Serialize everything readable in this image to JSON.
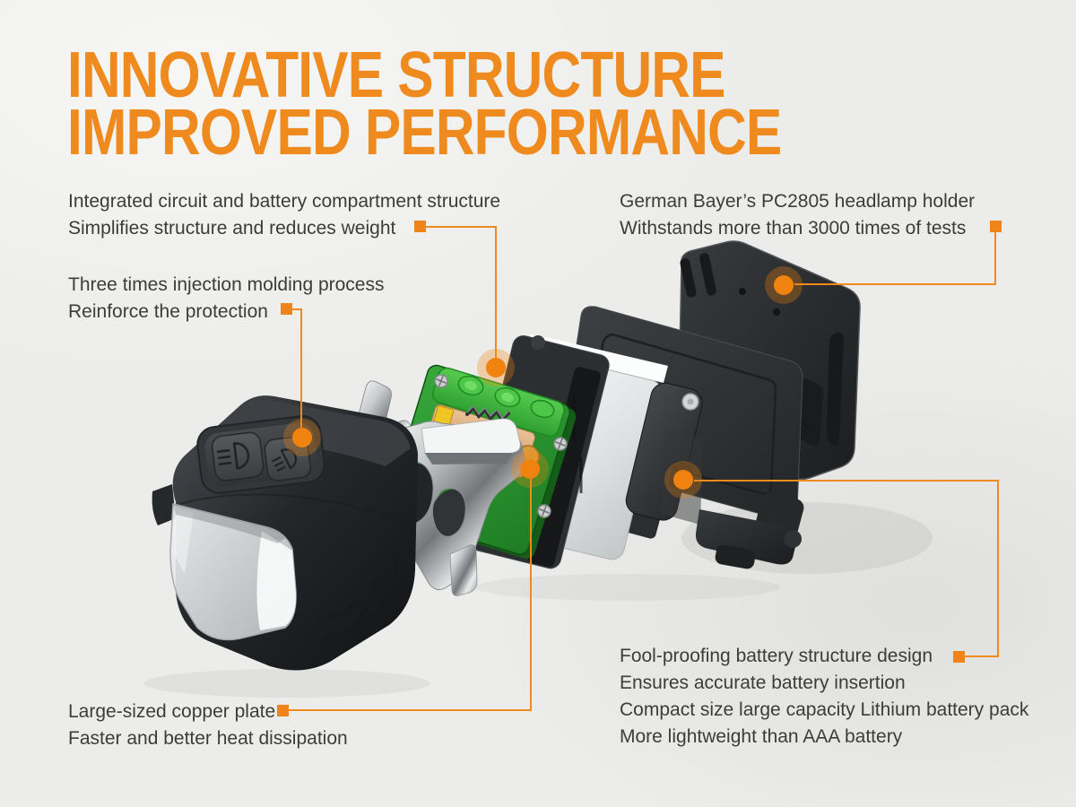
{
  "page": {
    "background_color": "#ECECEA",
    "accent_color": "#F08418",
    "text_color": "#3C3C3C",
    "title_color": "#EF8A1F"
  },
  "title": {
    "line1": "INNOVATIVE STRUCTURE",
    "line2": "IMPROVED PERFORMANCE"
  },
  "callouts": {
    "integrated_circuit": {
      "line1": "Integrated circuit and battery compartment structure",
      "line2": "Simplifies structure and reduces weight"
    },
    "injection_molding": {
      "line1": "Three times injection molding process",
      "line2": "Reinforce the protection"
    },
    "headlamp_holder": {
      "line1": "German Bayer’s PC2805 headlamp holder",
      "line2": "Withstands more than 3000 times of tests"
    },
    "copper_plate": {
      "line1": "Large-sized copper plate",
      "line2": "Faster and better heat dissipation"
    },
    "battery_design": {
      "line1": "Fool-proofing battery structure design",
      "line2": "Ensures accurate battery insertion",
      "line3": "Compact size large capacity Lithium battery pack",
      "line4": "More lightweight than AAA battery"
    }
  },
  "markers": {
    "dot_color": "#F08310",
    "square_color": "#F08418",
    "line_color": "#EF8B1C"
  }
}
